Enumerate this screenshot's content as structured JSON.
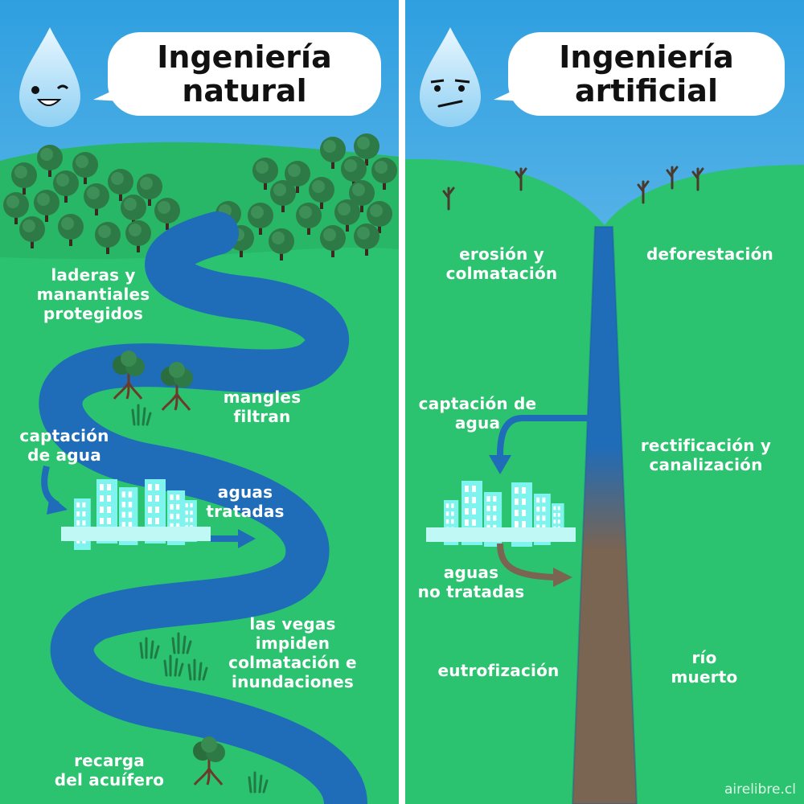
{
  "colors": {
    "sky_top": "#2f9fe0",
    "sky_bottom": "#a9ddf6",
    "grass": "#2bc36f",
    "hill": "#26b463",
    "river": "#1f6cb8",
    "mud": "#7a6452",
    "tree": "#2e7a46",
    "building": "#7ff4ef",
    "divider": "#ffffff"
  },
  "left": {
    "title": "Ingeniería\nnatural",
    "mascot": "happy-water-drop-icon",
    "labels": {
      "slopes": "laderas y\nmanantiales\nprotegidos",
      "mangroves": "mangles\nfiltran",
      "intake": "captación\nde agua",
      "treated": "aguas\ntratadas",
      "floodplains": "las vegas\nimpiden\ncolmatación e\ninundaciones",
      "recharge": "recarga\ndel acuífero"
    }
  },
  "right": {
    "title": "Ingeniería\nartificial",
    "mascot": "skeptical-water-drop-icon",
    "labels": {
      "erosion": "erosión y\ncolmatación",
      "deforestation": "deforestación",
      "intake": "captación de\nagua",
      "channel": "rectificación y\ncanalización",
      "untreated": "aguas\nno tratadas",
      "eutrophication": "eutrofización",
      "dead_river": "río\nmuerto"
    }
  },
  "credit": "airelibre.cl"
}
